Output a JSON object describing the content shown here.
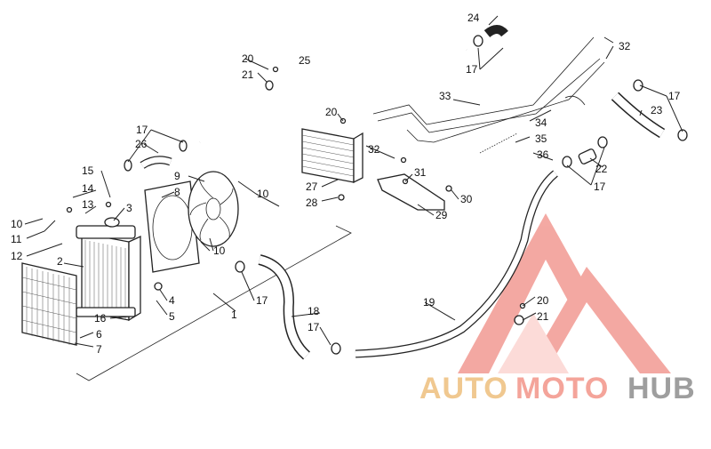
{
  "diagram": {
    "callouts": [
      {
        "id": "c1",
        "text": "1"
      },
      {
        "id": "c2",
        "text": "2"
      },
      {
        "id": "c3",
        "text": "3"
      },
      {
        "id": "c4",
        "text": "4"
      },
      {
        "id": "c5",
        "text": "5"
      },
      {
        "id": "c6",
        "text": "6"
      },
      {
        "id": "c7",
        "text": "7"
      },
      {
        "id": "c8",
        "text": "8"
      },
      {
        "id": "c9",
        "text": "9"
      },
      {
        "id": "c10a",
        "text": "10"
      },
      {
        "id": "c10b",
        "text": "10"
      },
      {
        "id": "c10c",
        "text": "10"
      },
      {
        "id": "c11",
        "text": "11"
      },
      {
        "id": "c12",
        "text": "12"
      },
      {
        "id": "c13",
        "text": "13"
      },
      {
        "id": "c14",
        "text": "14"
      },
      {
        "id": "c15",
        "text": "15"
      },
      {
        "id": "c16",
        "text": "16"
      },
      {
        "id": "c17a",
        "text": "17"
      },
      {
        "id": "c17b",
        "text": "17"
      },
      {
        "id": "c17c",
        "text": "17"
      },
      {
        "id": "c17d",
        "text": "17"
      },
      {
        "id": "c17e",
        "text": "17"
      },
      {
        "id": "c17f",
        "text": "17"
      },
      {
        "id": "c18",
        "text": "18"
      },
      {
        "id": "c19",
        "text": "19"
      },
      {
        "id": "c20a",
        "text": "20"
      },
      {
        "id": "c20b",
        "text": "20"
      },
      {
        "id": "c20c",
        "text": "20"
      },
      {
        "id": "c21a",
        "text": "21"
      },
      {
        "id": "c21b",
        "text": "21"
      },
      {
        "id": "c22",
        "text": "22"
      },
      {
        "id": "c23",
        "text": "23"
      },
      {
        "id": "c24",
        "text": "24"
      },
      {
        "id": "c25",
        "text": "25"
      },
      {
        "id": "c26",
        "text": "26"
      },
      {
        "id": "c27",
        "text": "27"
      },
      {
        "id": "c28",
        "text": "28"
      },
      {
        "id": "c29",
        "text": "29"
      },
      {
        "id": "c30",
        "text": "30"
      },
      {
        "id": "c31",
        "text": "31"
      },
      {
        "id": "c32a",
        "text": "32"
      },
      {
        "id": "c32b",
        "text": "32"
      },
      {
        "id": "c33",
        "text": "33"
      },
      {
        "id": "c34",
        "text": "34"
      },
      {
        "id": "c35",
        "text": "35"
      },
      {
        "id": "c36",
        "text": "36"
      }
    ]
  },
  "watermark": {
    "part1": "AUTO",
    "part2": "MOTO",
    "part3": "HUB",
    "colors": {
      "auto": "#f0c890",
      "moto": "#f4a49a",
      "hub": "#9e9e9e",
      "logo": "#f08c84"
    }
  }
}
